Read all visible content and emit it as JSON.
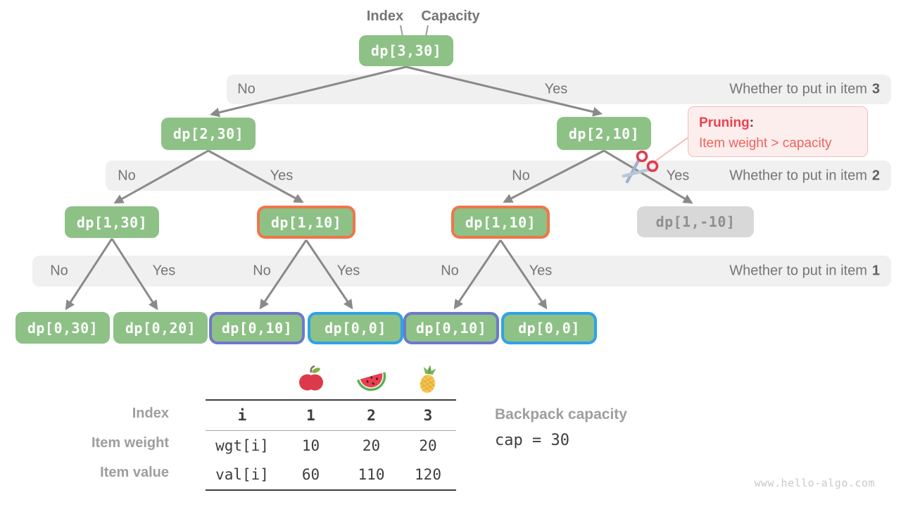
{
  "pointer_labels": {
    "index": "Index",
    "capacity": "Capacity"
  },
  "nodes": {
    "root": "dp[3,30]",
    "d2_30": "dp[2,30]",
    "d2_10": "dp[2,10]",
    "d1_30": "dp[1,30]",
    "d1_10a": "dp[1,10]",
    "d1_10b": "dp[1,10]",
    "d1_n10": "dp[1,-10]",
    "d0_30": "dp[0,30]",
    "d0_20": "dp[0,20]",
    "d0_10a": "dp[0,10]",
    "d0_0a": "dp[0,0]",
    "d0_10b": "dp[0,10]",
    "d0_0b": "dp[0,0]"
  },
  "bands": [
    {
      "labels": [
        "No",
        "Yes"
      ],
      "question": "Whether to put in item",
      "item": "3"
    },
    {
      "labels": [
        "No",
        "Yes",
        "No",
        "Yes"
      ],
      "question": "Whether to put in item",
      "item": "2"
    },
    {
      "labels": [
        "No",
        "Yes",
        "No",
        "Yes",
        "No",
        "Yes"
      ],
      "question": "Whether to put in item",
      "item": "1"
    }
  ],
  "pruning": {
    "title": "Pruning",
    "colon": ":",
    "description": "Item weight > capacity"
  },
  "table": {
    "fruits": [
      "apple",
      "watermelon",
      "pineapple"
    ],
    "rows": [
      {
        "caption": "Index",
        "cells": [
          "i",
          "1",
          "2",
          "3"
        ]
      },
      {
        "caption": "Item weight",
        "cells": [
          "wgt[i]",
          "10",
          "20",
          "20"
        ]
      },
      {
        "caption": "Item value",
        "cells": [
          "val[i]",
          "60",
          "110",
          "120"
        ]
      }
    ]
  },
  "capacity_info": {
    "label": "Backpack capacity",
    "value": "cap = 30"
  },
  "watermark": "www.hello-algo.com",
  "colors": {
    "node_green": "#8dc186",
    "highlight_orange": "#f0764a",
    "highlight_purple": "#6e79cb",
    "highlight_blue": "#2ea3e8",
    "pruned_gray": "#d8d8d8",
    "band_gray": "#f0f0f0",
    "pruning_red": "#ee404d",
    "arrow_gray": "#8a8a8a"
  }
}
